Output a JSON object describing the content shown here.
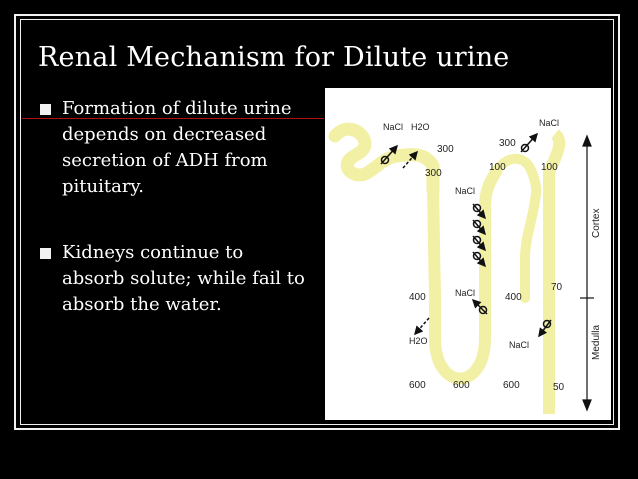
{
  "slide": {
    "title": "Renal Mechanism for Dilute urine",
    "bullets": [
      "Formation of dilute urine depends on decreased secretion of ADH from pituitary.",
      "Kidneys continue to absorb solute; while fail to absorb the water."
    ]
  },
  "diagram": {
    "colors": {
      "tubule": "#f2f0a4",
      "tubule_outline": "#d9d47a",
      "arrow": "#111111"
    },
    "labels": {
      "nacl_top_left": "NaCl",
      "h2o_top_left": "H2O",
      "nacl_top_right": "NaCl",
      "val_300_left_a": "300",
      "val_300_left_b": "300",
      "val_300_right": "300",
      "val_100_a": "100",
      "val_100_b": "100",
      "nacl_mid": "NaCl",
      "val_400_left": "400",
      "nacl_lower": "NaCl",
      "val_400_right": "400",
      "val_70": "70",
      "h2o_lower": "H2O",
      "nacl_duct": "NaCl",
      "val_600_left": "600",
      "val_600_mid": "600",
      "val_600_right": "600",
      "val_50": "50",
      "cortex": "Cortex",
      "medulla": "Medulla"
    }
  }
}
